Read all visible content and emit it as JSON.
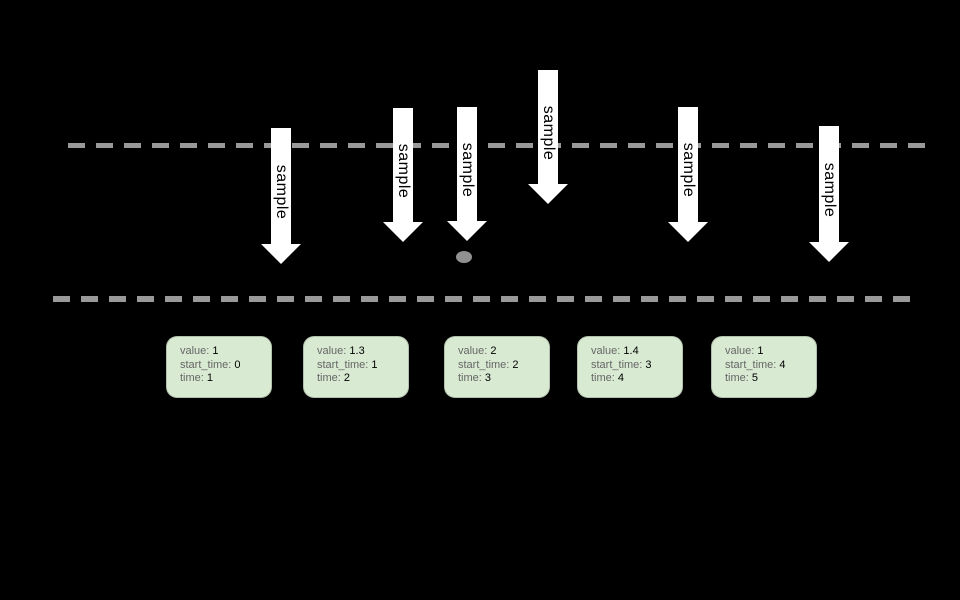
{
  "diagram": {
    "description_visible_elements": "sampling diagram: six white downward sample arrows crossing an upper dashed line toward a lower dashed line, one gray sample point dot, five green record cards",
    "arrow_label": "sample"
  },
  "colors": {
    "background": "#000000",
    "dashed_line": "#999999",
    "dot": "#919191",
    "arrow_fill": "#ffffff",
    "arrow_text": "#000000",
    "record_card_fill": "#d9ead3",
    "record_label_text": "#666666",
    "record_value_text": "#000000"
  },
  "arrows": [
    {
      "label": "sample"
    },
    {
      "label": "sample"
    },
    {
      "label": "sample"
    },
    {
      "label": "sample"
    },
    {
      "label": "sample"
    },
    {
      "label": "sample"
    }
  ],
  "record_field_labels": {
    "value": "value:",
    "start_time": "start_time:",
    "time": "time:"
  },
  "records": [
    {
      "value": "1",
      "start_time": "0",
      "time": "1"
    },
    {
      "value": "1.3",
      "start_time": "1",
      "time": "2"
    },
    {
      "value": "2",
      "start_time": "2",
      "time": "3"
    },
    {
      "value": "1.4",
      "start_time": "3",
      "time": "4"
    },
    {
      "value": "1",
      "start_time": "4",
      "time": "5"
    }
  ]
}
